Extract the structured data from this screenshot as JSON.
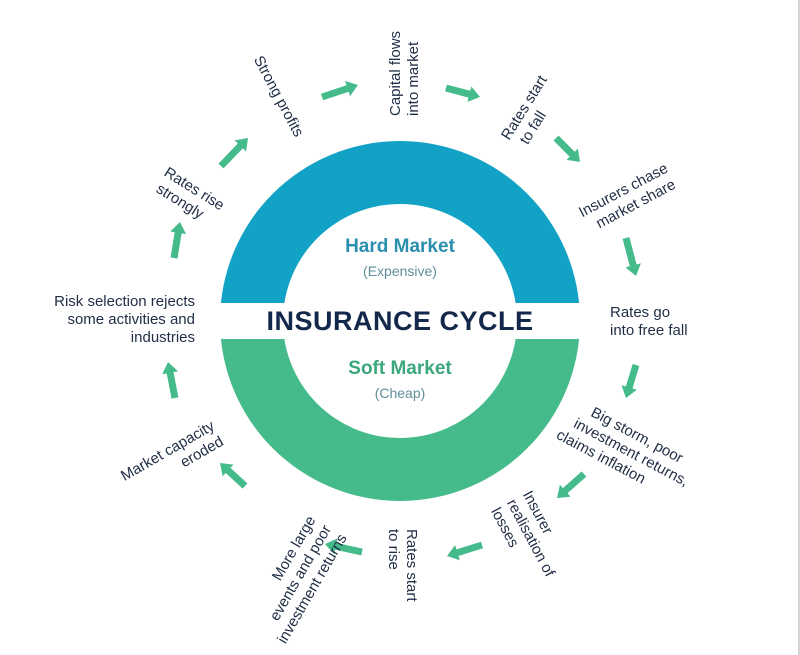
{
  "diagram": {
    "title": "INSURANCE CYCLE",
    "hard_market": {
      "title": "Hard Market",
      "subtitle": "(Expensive)"
    },
    "soft_market": {
      "title": "Soft Market",
      "subtitle": "(Cheap)"
    },
    "colors": {
      "hard": "#12a2c6",
      "soft": "#45bb8b",
      "arrow": "#45bb8b",
      "title": "#13284a",
      "text": "#1f2d45",
      "hard_text": "#2a8fae",
      "soft_text": "#3aa77c",
      "sub_text": "#5f8f9a"
    },
    "steps": [
      {
        "lines": [
          "Capital flows",
          "into market"
        ]
      },
      {
        "lines": [
          "Rates start",
          "to fall"
        ]
      },
      {
        "lines": [
          "Insurers chase",
          "market share"
        ]
      },
      {
        "lines": [
          "Rates go",
          "into free fall"
        ]
      },
      {
        "lines": [
          "Big storm, poor",
          "investment returns,",
          "claims inflation"
        ]
      },
      {
        "lines": [
          "Insurer",
          "realisation of",
          "losses"
        ]
      },
      {
        "lines": [
          "Rates start",
          "to rise"
        ]
      },
      {
        "lines": [
          "More large",
          "events and poor",
          "investment returns"
        ]
      },
      {
        "lines": [
          "Market capacity",
          "eroded"
        ]
      },
      {
        "lines": [
          "Risk selection rejects",
          "some activities and",
          "industries"
        ]
      },
      {
        "lines": [
          "Rates rise",
          "strongly"
        ]
      },
      {
        "lines": [
          "Strong profits"
        ]
      }
    ]
  }
}
